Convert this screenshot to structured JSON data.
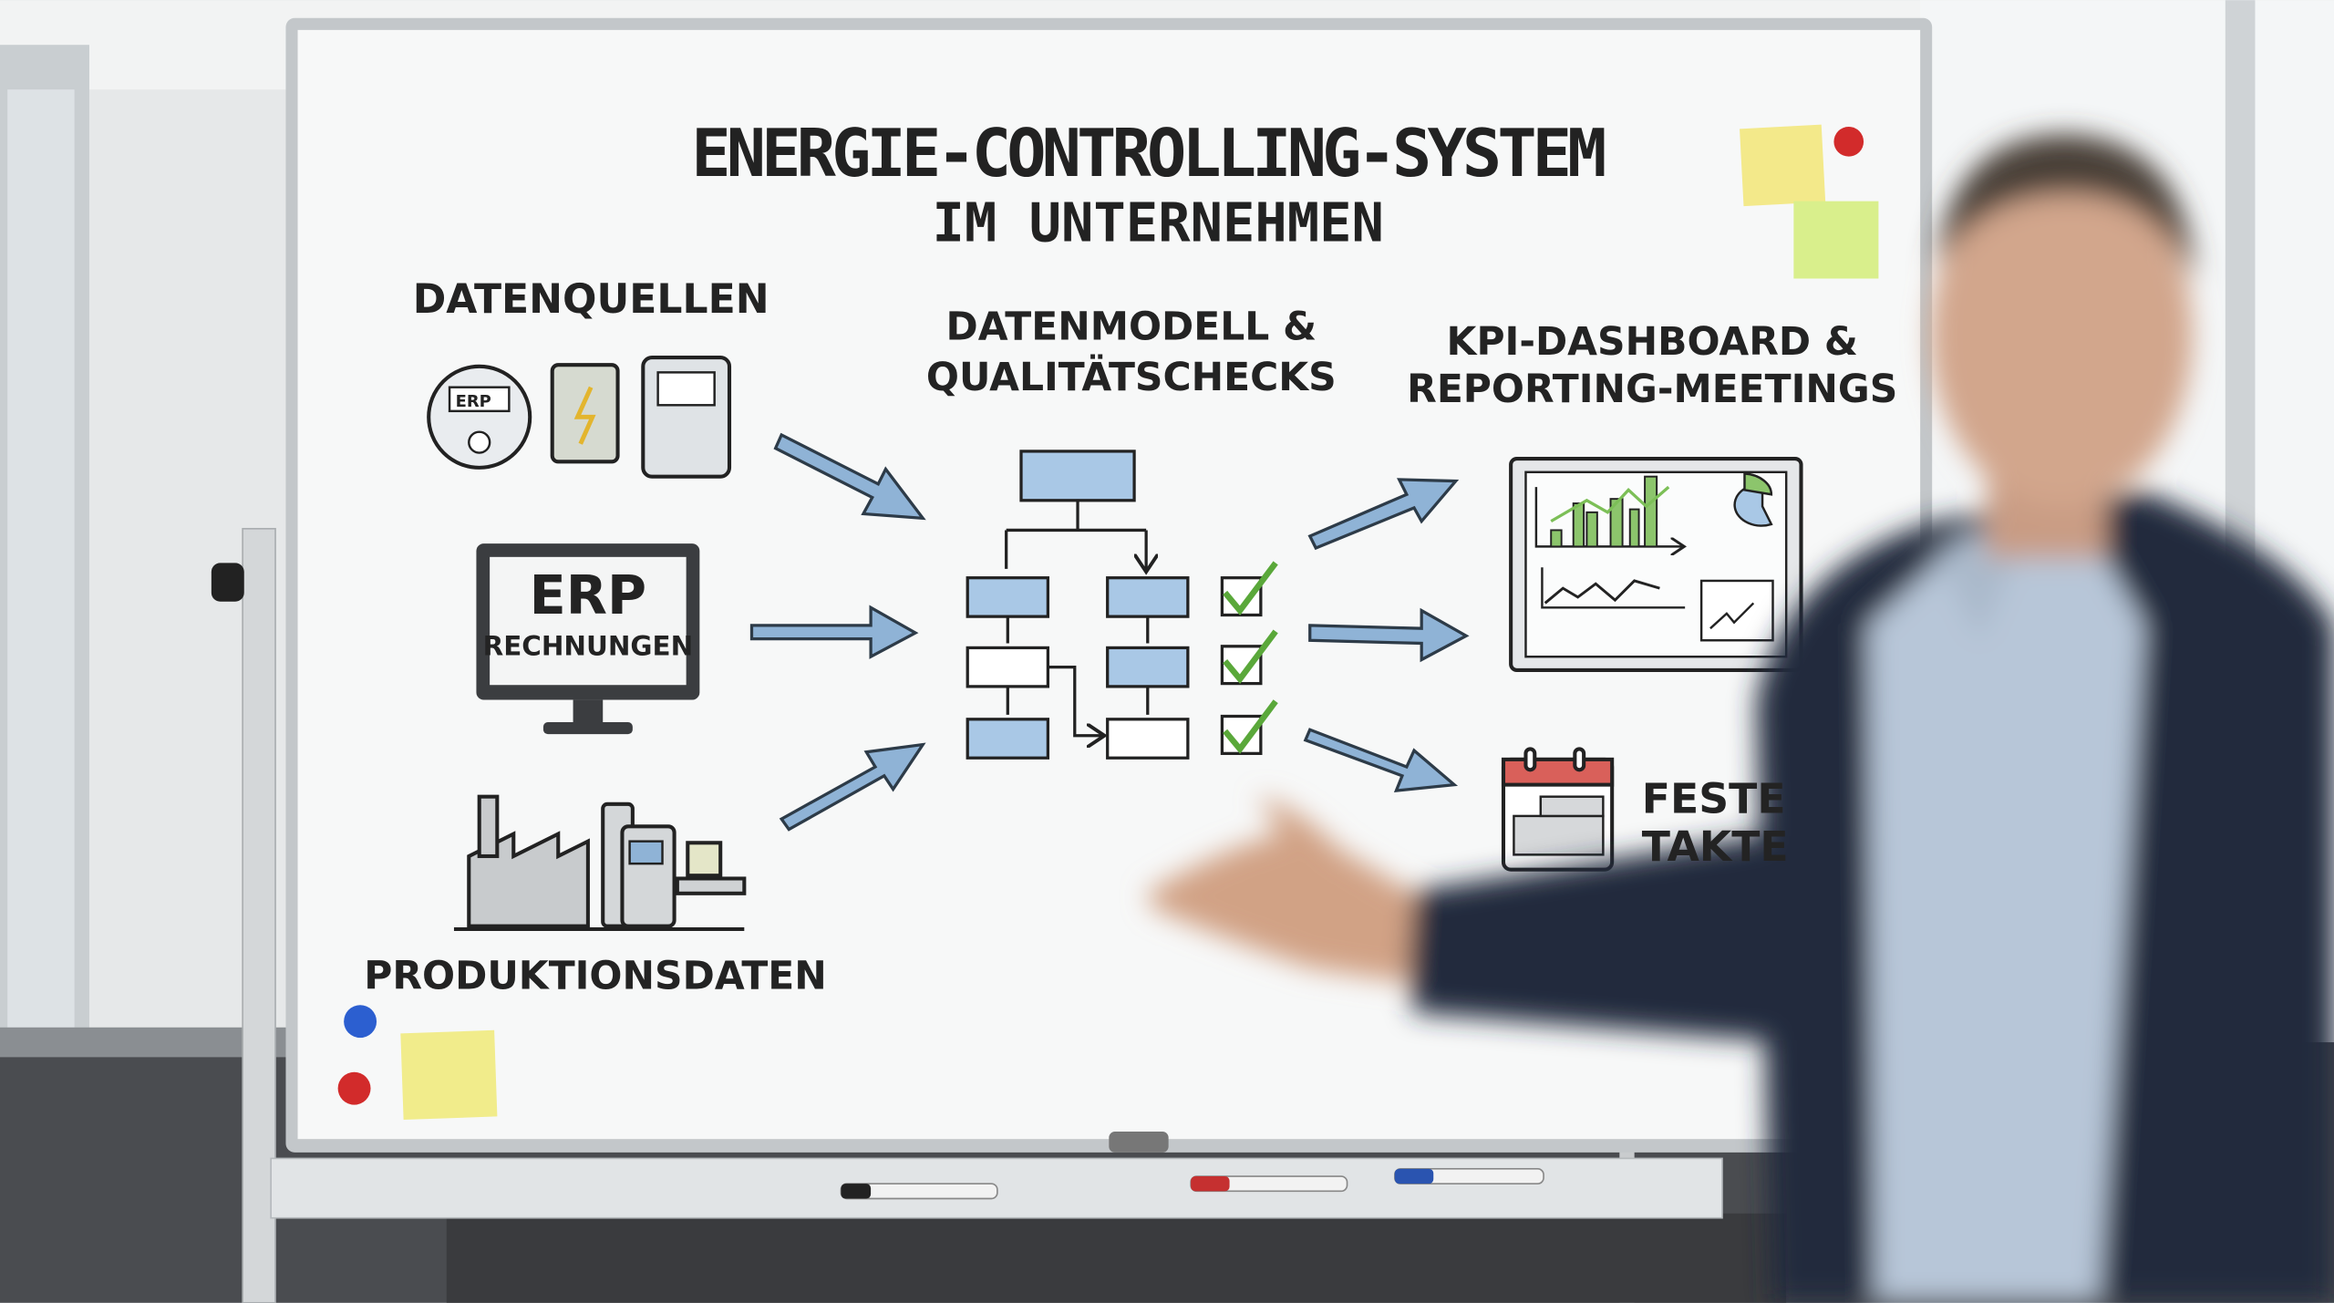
{
  "board": {
    "title_line1": "ENERGIE-CONTROLLING-SYSTEM",
    "title_line2": "IM UNTERNEHMEN",
    "sources": {
      "heading": "DATENQUELLEN",
      "meter_label": "ERP",
      "erp_main": "ERP",
      "erp_sub": "RECHNUNGEN",
      "production_label": "PRODUKTIONSDATEN"
    },
    "model": {
      "heading_line1": "DATENMODELL &",
      "heading_line2": "QUALITÄTSCHECKS"
    },
    "output": {
      "heading_line1": "KPI-DASHBOARD &",
      "heading_line2": "REPORTING-MEETINGS",
      "meeting_line1": "FESTE",
      "meeting_line2": "TAKTE"
    }
  },
  "colors": {
    "arrow_fill": "#8fb3d6",
    "box_fill": "#a9c8e6",
    "check_green": "#5aa83a",
    "chart_green": "#8cc56c",
    "calendar_red": "#d9605a",
    "sticky_yellow": "#f3e98a",
    "sticky_green": "#d9ef8c",
    "suit_navy": "#232c3d",
    "shirt_blue": "#b7c6d8"
  }
}
